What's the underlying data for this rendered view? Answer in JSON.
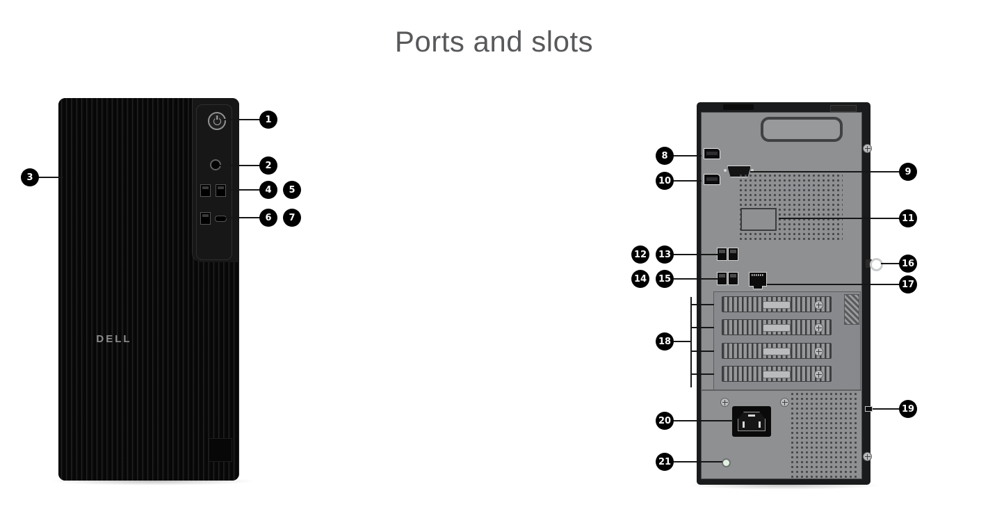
{
  "page": {
    "title": "Ports and slots"
  },
  "front": {
    "brand": "DELL"
  },
  "callouts": {
    "front": [
      "1",
      "2",
      "3",
      "4",
      "5",
      "6",
      "7"
    ],
    "rear": [
      "8",
      "9",
      "10",
      "11",
      "12",
      "13",
      "14",
      "15",
      "16",
      "17",
      "18",
      "19",
      "20",
      "21"
    ]
  },
  "colors": {
    "badge_background": "#000000",
    "badge_text": "#ffffff",
    "title_text": "#58595b",
    "front_tower_black": "#101010",
    "rear_panel_gray": "#8e9092",
    "page_background": "#ffffff"
  }
}
